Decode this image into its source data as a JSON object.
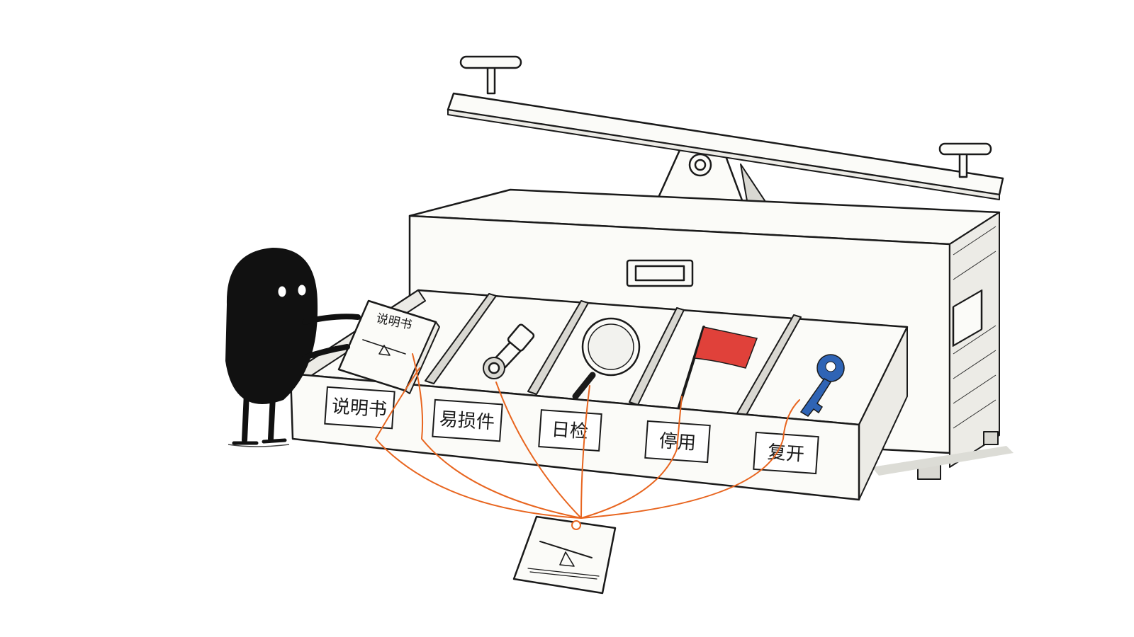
{
  "scene": {
    "compartment_labels": [
      "说明书",
      "易损件",
      "日检",
      "停用",
      "复开"
    ],
    "book_cover_title": "说明书",
    "items": [
      {
        "compartment": "说明书",
        "object": "manual-book"
      },
      {
        "compartment": "易损件",
        "object": "bolt-spare-part"
      },
      {
        "compartment": "日检",
        "object": "magnifying-glass"
      },
      {
        "compartment": "停用",
        "object": "red-flag"
      },
      {
        "compartment": "复开",
        "object": "blue-key"
      }
    ],
    "colors": {
      "string": "#e8651f",
      "flag": "#e0413a",
      "key": "#2f64b5",
      "creature": "#111111"
    }
  }
}
